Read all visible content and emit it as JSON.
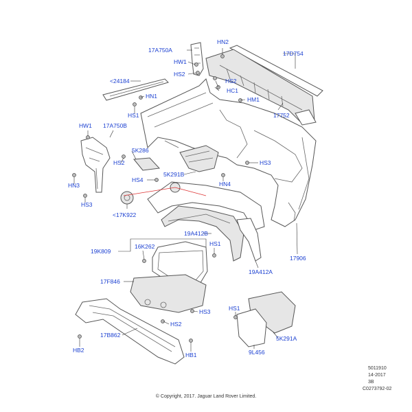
{
  "labels": {
    "hn2_top": "HN2",
    "17a750a": "17A750A",
    "17d754": "17D754",
    "hw1_top": "HW1",
    "hs2_top": "HS2",
    "24184": "<24184",
    "hs2_mid": "HS2",
    "hc1": "HC1",
    "hn1": "HN1",
    "hm1": "HM1",
    "hs1_top": "HS1",
    "17752": "17752",
    "hw1_left": "HW1",
    "17a750b": "17A750B",
    "5k286": "5K286",
    "hs2_left": "HS2",
    "hs3_right": "HS3",
    "5k291b": "5K291B",
    "hs4": "HS4",
    "hn4": "HN4",
    "hn3": "HN3",
    "hs3_left": "HS3",
    "17k922": "<17K922",
    "19a412b": "19A412B",
    "16k262": "16K262",
    "19k809": "19K809",
    "hs1_mid": "HS1",
    "17906": "17906",
    "19a412a": "19A412A",
    "17f846": "17F846",
    "hs3_bottom": "HS3",
    "hs2_bottom": "HS2",
    "hs1_bottom": "HS1",
    "17b862": "17B862",
    "5k291a": "5K291A",
    "hb2": "HB2",
    "hb1": "HB1",
    "9l456": "9L456"
  },
  "meta": {
    "code": "5011910",
    "date": "14-2017",
    "rev": "3B",
    "ref": "C0273792-02"
  },
  "copyright": "© Copyright, 2017. Jaguar Land Rover Limited."
}
